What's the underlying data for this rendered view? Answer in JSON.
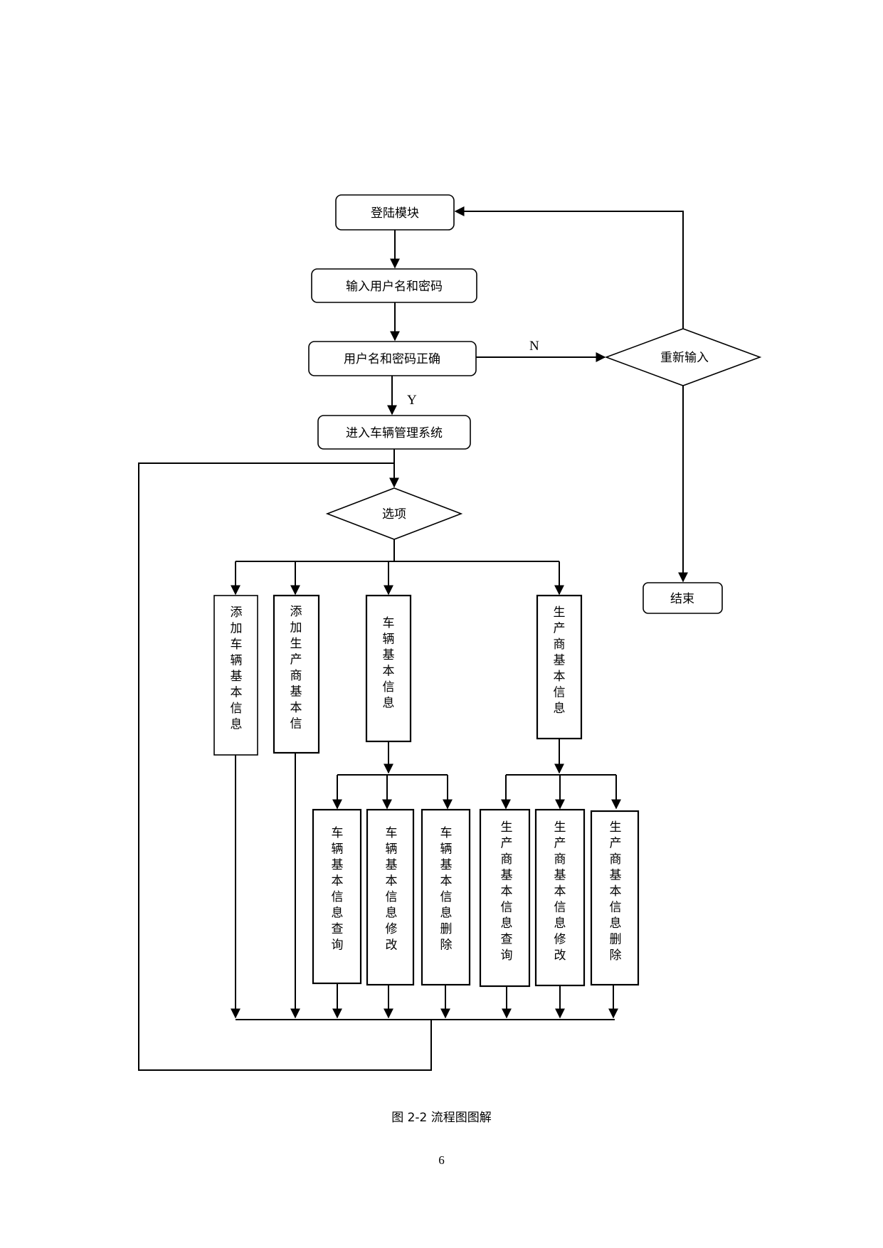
{
  "flowchart": {
    "login_module": "登陆模块",
    "input_credentials": "输入用户名和密码",
    "credentials_correct": "用户名和密码正确",
    "re_enter": "重新输入",
    "enter_system": "进入车辆管理系统",
    "options": "选项",
    "end": "结束",
    "label_no": "N",
    "label_yes": "Y",
    "add_vehicle_info": "添加车辆基本信息",
    "add_manufacturer_info": "添加生产商基本信",
    "vehicle_info": "车辆基本信息",
    "manufacturer_info": "生产商基本信息",
    "vehicle_query": "车辆基本信息查询",
    "vehicle_modify": "车辆基本信息修改",
    "vehicle_delete": "车辆基本信息删除",
    "manufacturer_query": "生产商基本信息查询",
    "manufacturer_modify": "生产商基本信息修改",
    "manufacturer_delete": "生产商基本信息删除"
  },
  "caption": "图 2-2  流程图图解",
  "page_number": "6"
}
